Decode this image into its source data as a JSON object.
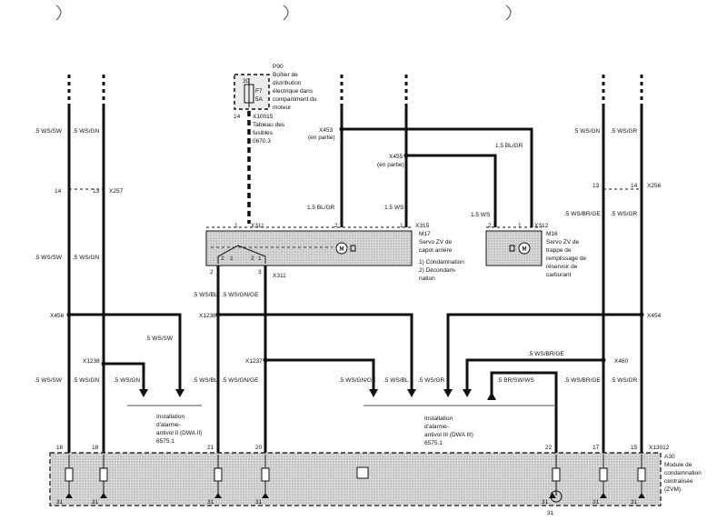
{
  "components": {
    "p90": {
      "id": "P90",
      "lines": [
        "Boîtier de",
        "distribution",
        "électrique dans",
        "compartiment du",
        "moteur"
      ],
      "pin_top": "30",
      "fuse": "F7",
      "amp": "5A",
      "pin_bottom": "14",
      "connector": "X10015",
      "note": [
        "Tableau des",
        "fusibles",
        "0670.3"
      ]
    },
    "m17": {
      "id": "M17",
      "lines": [
        "Servo ZV de",
        "capot arrière"
      ],
      "items": [
        "1)  Condamnation",
        "2)  Décondam-",
        "     nation"
      ],
      "conn_left": "X311",
      "conn_right": "X315",
      "pin_l1": "1",
      "pin_r2": "2",
      "pin_r1": "1",
      "bot_pin2": "2",
      "bot_pin3": "3",
      "bot_conn": "X311",
      "sw2": "2",
      "sw1": "1",
      "swa": "2",
      "swb": "1"
    },
    "m16": {
      "id": "M16",
      "lines": [
        "Servo ZV de",
        "trappe de",
        "remplissage de",
        "réservoir de",
        "carburant"
      ],
      "conn": "X312",
      "pin2": "2",
      "pin1": "1"
    },
    "a30": {
      "id": "A30",
      "lines": [
        "Module de",
        "condamnation",
        "centralisée",
        "(ZVM)"
      ],
      "conn": "X13012"
    },
    "alarm_left": {
      "lines": [
        "Installation",
        "d'alarme-",
        "antivol II (DWA II)",
        "6575.1"
      ]
    },
    "alarm_right": {
      "lines": [
        "Installation",
        "d'alarme-",
        "antivol III (DWA III)",
        "6575.1"
      ]
    }
  },
  "wires": {
    "ws_sw_top": ".5 WS/SW",
    "ws_gn_top": ".5 WS/GN",
    "ws_sw_mid": ".5 WS/SW",
    "ws_gn_mid": ".5 WS/GN",
    "ws_sw_left": ".5 WS/SW",
    "ws_gn_left": ".5 WS/GN",
    "ws_sw_horiz": ".5 WS/SW",
    "bl_gr_m17": "1.5 BL/GR",
    "ws_m17": "1.5 WS",
    "bl_gr_x455": "1.5 BL/GR",
    "ws_m16": "1.5 WS",
    "ws_bl_a": ".5 WS/BL",
    "ws_gn_ge_a": ".5 WS/GN/GE",
    "ws_bl_b": ".5 WS/BL",
    "ws_gn_ge_b": ".5 WS/GN/GE",
    "ws_gn_ge_c": ".5 WS/GN/GE",
    "ws_bl_c": ".5 WS/BL",
    "ws_gr_c": ".5 WS/GR",
    "ws_br_ge_horiz": ".5 WS/BR/GE",
    "br_sw_ws": ".5 BR/SW/WS",
    "r_ws_gn_top": ".5 WS/GN",
    "r_ws_gr_top": ".5 WS/GR",
    "r_ws_br_ge_mid": ".5 WS/BR/GE",
    "r_ws_gr_mid": ".5 WS/GR",
    "r_ws_br_ge_low": ".5 WS/BR/GE",
    "r_ws_gr_low": ".5 WS/GR"
  },
  "connectors": {
    "x257": "X257",
    "x256": "X256",
    "x453": "X453",
    "x453_note": "(en partie)",
    "x455": "X455",
    "x455_note": "(en partie)",
    "x456": "X456",
    "x1238a": "X1238",
    "x1238b": "X1238",
    "x1237": "X1237",
    "x454": "X454",
    "x460": "X460"
  },
  "pins": {
    "p14": "14",
    "p13": "13",
    "p13r": "13",
    "p14r": "14",
    "a16": "16",
    "a18": "18",
    "a21": "21",
    "a20": "20",
    "a22": "22",
    "a17": "17",
    "a15": "15"
  },
  "grounds": {
    "g1": "31",
    "g2": "31",
    "g3": "31",
    "g4": "31",
    "g5": "31",
    "g6": "31",
    "g7": "31",
    "g8": "31"
  }
}
